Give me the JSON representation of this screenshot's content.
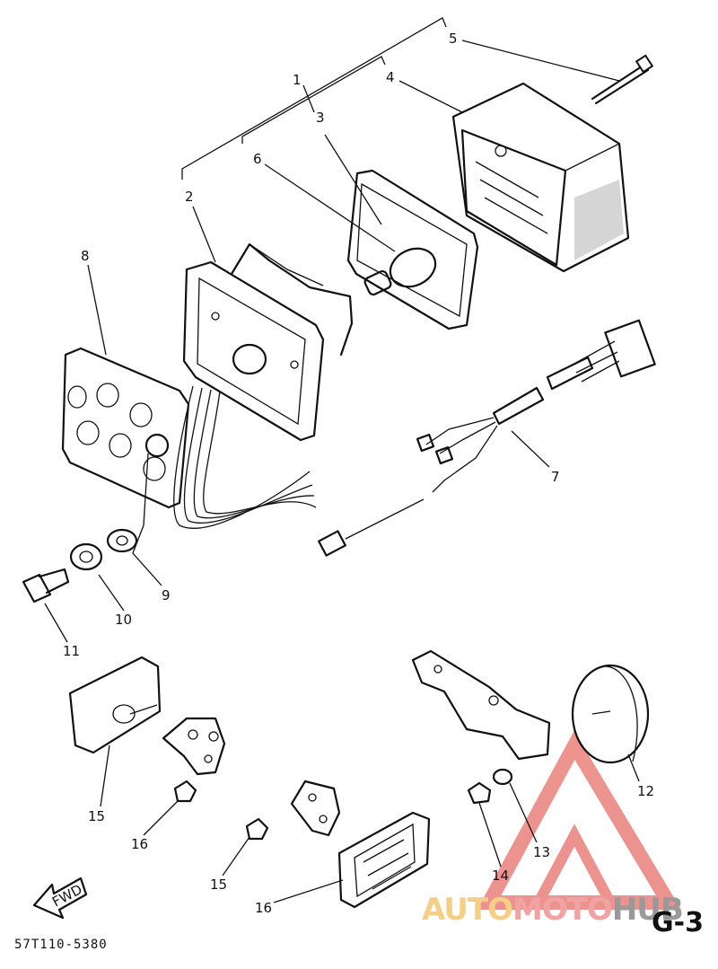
{
  "callouts": [
    "1",
    "2",
    "3",
    "4",
    "5",
    "6",
    "7",
    "8",
    "9",
    "10",
    "11",
    "12",
    "13",
    "14",
    "15",
    "16",
    "15",
    "16"
  ],
  "fwd_label": "FWD",
  "page_code": "57T110-5380",
  "page_ref": "G-3",
  "watermark": {
    "part1": "AUTO",
    "part2": "MOTO",
    "part3": "HUB"
  },
  "colors": {
    "line": "#111111",
    "watermark_red": "#e8706a",
    "watermark_orange": "#f6cf86",
    "watermark_gray": "#999999"
  }
}
